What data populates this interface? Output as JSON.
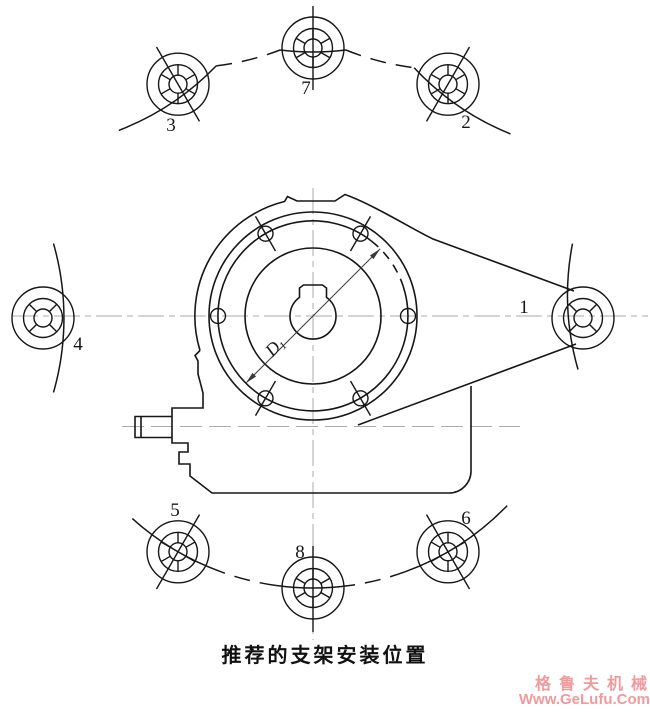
{
  "figure": {
    "caption": "推荐的支架安装位置",
    "dimension": {
      "label": "D",
      "sub": "1"
    },
    "positions": [
      {
        "label": "1"
      },
      {
        "label": "2"
      },
      {
        "label": "3"
      },
      {
        "label": "4"
      },
      {
        "label": "5"
      },
      {
        "label": "6"
      },
      {
        "label": "7"
      },
      {
        "label": "8"
      }
    ]
  },
  "watermark": {
    "line1": "格鲁夫机械",
    "line2": "Www.GeLufu.Com"
  },
  "colors": {
    "line": "#161616",
    "centerline": "#ababab",
    "dimension": "#3a3a3a",
    "watermark": "#ef9a9c",
    "background": "#ffffff"
  }
}
